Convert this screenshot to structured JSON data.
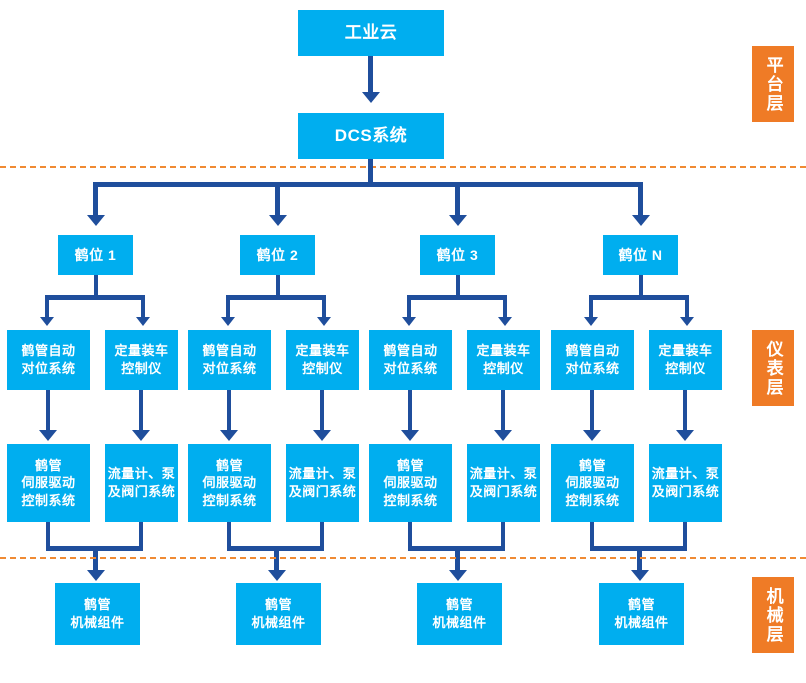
{
  "diagram": {
    "title_node": "工业云",
    "control_node": "DCS系统",
    "layers": [
      {
        "name": "platform",
        "label": "平台层",
        "color": "#EF7B26"
      },
      {
        "name": "instrument",
        "label": "仪表层",
        "color": "#EF7B26"
      },
      {
        "name": "mechanical",
        "label": "机械层",
        "color": "#EF7B26"
      }
    ],
    "colors": {
      "node_blue": "#00AEEF",
      "connector_navy": "#1F4E9C",
      "layer_orange": "#EF7B26",
      "divider_orange": "#F08A33",
      "node_text": "#FFFFFF",
      "background": "#FFFFFF"
    },
    "stations": [
      {
        "label": "鹤位 1",
        "instruments": [
          {
            "label": "鹤管自动\n对位系统",
            "child": "鹤管\n伺服驱动\n控制系统"
          },
          {
            "label": "定量装车\n控制仪",
            "child": "流量计、泵\n及阀门系统"
          }
        ],
        "mechanical": "鹤管\n机械组件"
      },
      {
        "label": "鹤位 2",
        "instruments": [
          {
            "label": "鹤管自动\n对位系统",
            "child": "鹤管\n伺服驱动\n控制系统"
          },
          {
            "label": "定量装车\n控制仪",
            "child": "流量计、泵\n及阀门系统"
          }
        ],
        "mechanical": "鹤管\n机械组件"
      },
      {
        "label": "鹤位 3",
        "instruments": [
          {
            "label": "鹤管自动\n对位系统",
            "child": "鹤管\n伺服驱动\n控制系统"
          },
          {
            "label": "定量装车\n控制仪",
            "child": "流量计、泵\n及阀门系统"
          }
        ],
        "mechanical": "鹤管\n机械组件"
      },
      {
        "label": "鹤位 N",
        "instruments": [
          {
            "label": "鹤管自动\n对位系统",
            "child": "鹤管\n伺服驱动\n控制系统"
          },
          {
            "label": "定量装车\n控制仪",
            "child": "流量计、泵\n及阀门系统"
          }
        ],
        "mechanical": "鹤管\n机械组件"
      }
    ]
  }
}
